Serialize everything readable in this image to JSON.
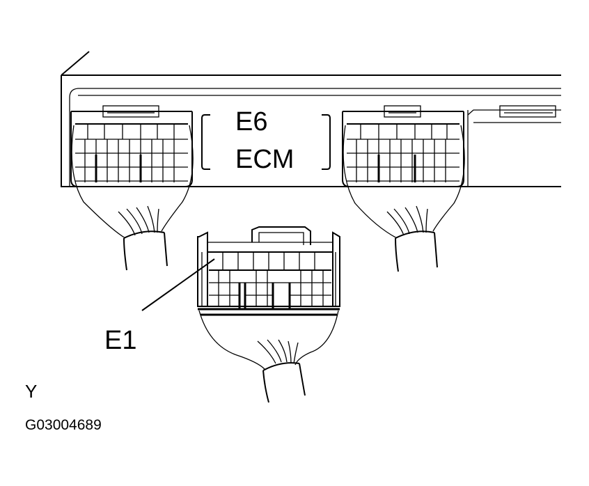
{
  "labels": {
    "connector_e6": "E6",
    "ecm": "ECM",
    "connector_e1": "E1",
    "orientation": "Y",
    "figure_code": "G03004689"
  },
  "colors": {
    "ink": "#000000",
    "background": "#ffffff"
  }
}
